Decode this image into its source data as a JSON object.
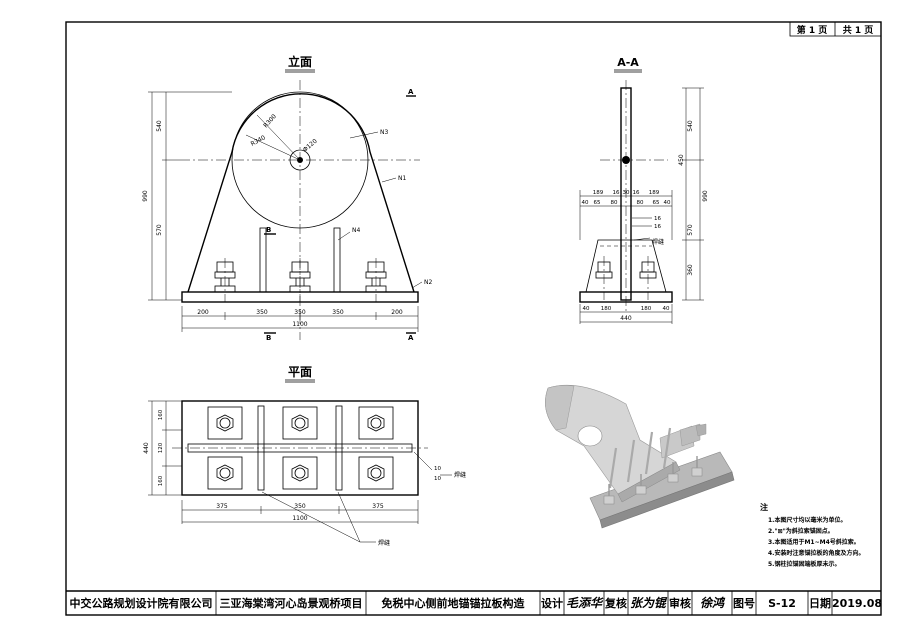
{
  "page_header": {
    "page_no": "第 1 页",
    "page_total": "共 1 页"
  },
  "views": {
    "elevation": "立面",
    "section": "A-A",
    "plan": "平面"
  },
  "elevation_labels": {
    "dim_left_top": "540",
    "dim_left_total": "990",
    "dim_left_bottom": "570",
    "r_outer": "R300",
    "r_inner": "R340",
    "hole_dia": "Φ120",
    "n3": "N3",
    "n1": "N1",
    "n4": "N4",
    "n2": "N2",
    "section_a": "A",
    "section_b": "B",
    "bottom_dims": [
      "200",
      "350",
      "350",
      "350",
      "200"
    ],
    "bottom_total": "1100"
  },
  "section_labels": {
    "right_dims": [
      "540",
      "450",
      "570",
      "360"
    ],
    "right_total": "990",
    "top_row_a": [
      "189",
      "16",
      "30",
      "16",
      "189"
    ],
    "top_row_b": [
      "40",
      "65",
      "80",
      "80",
      "65",
      "40"
    ],
    "mid_tag_a": "16",
    "mid_tag_b": "16",
    "bottom_dims": [
      "40",
      "180",
      "180",
      "40"
    ],
    "bottom_total": "440",
    "weld": "焊缝"
  },
  "plan_labels": {
    "left_dims": [
      "160",
      "120",
      "160"
    ],
    "left_total": "440",
    "bottom_dims": [
      "375",
      "350",
      "375"
    ],
    "bottom_total": "1100",
    "tag_a": "10",
    "tag_b": "10",
    "weld_right": "焊缝",
    "weld_bottom": "焊缝"
  },
  "notes": {
    "title": "注",
    "items": [
      "1.本图尺寸均以毫米为单位。",
      "2.\"⊠\"为斜拉索锚固点。",
      "3.本图适用于M1~M4号斜拉索。",
      "4.安装时注意锚拉板的角度及方向。",
      "5.钢柱拉锚固端板厚未示。"
    ]
  },
  "title_block": {
    "company": "中交公路规划设计院有限公司",
    "project": "三亚海棠湾河心岛景观桥项目",
    "drawing_title": "免税中心侧前地锚锚拉板构造",
    "design_label": "设计",
    "design_sign": "毛添华",
    "review_label": "复核",
    "review_sign": "张为锟",
    "check_label": "审核",
    "check_sign": "徐鸿",
    "figure_label": "图号",
    "figure_no": "S-12",
    "date_label": "日期",
    "date_value": "2019.08"
  }
}
